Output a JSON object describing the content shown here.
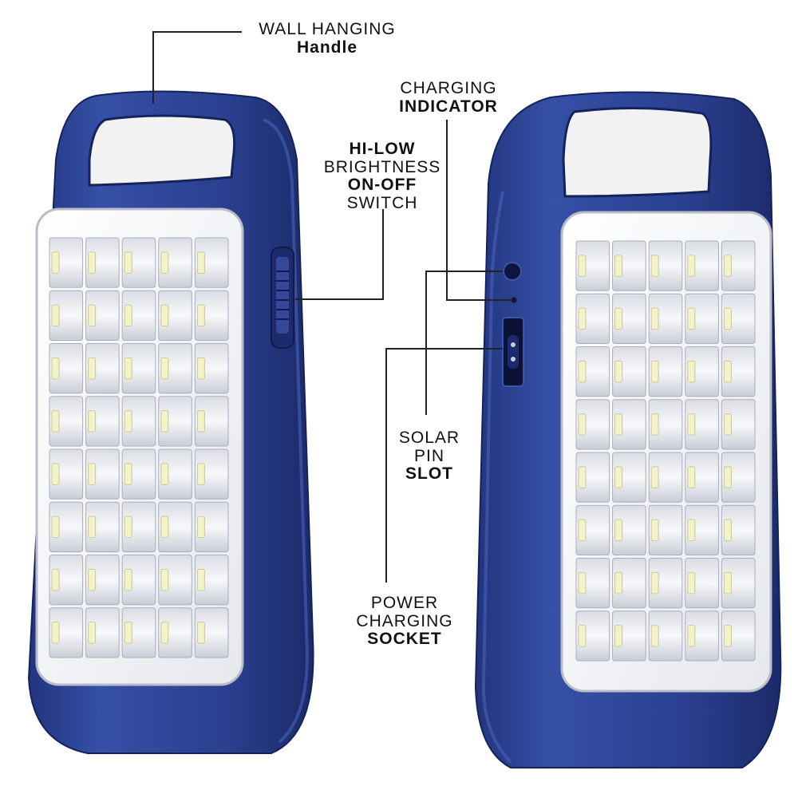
{
  "labels": {
    "wall_hanging": {
      "line1": "WALL HANGING",
      "line2": "Handle"
    },
    "charging_indicator": {
      "line1": "CHARGING",
      "line2": "INDICATOR"
    },
    "brightness_switch": {
      "line1": "HI-LOW",
      "line2": "BRIGHTNESS",
      "line3": "ON-OFF",
      "line4": "SWITCH"
    },
    "solar_pin": {
      "line1": "SOLAR",
      "line2": "PIN",
      "line3": "SLOT"
    },
    "power_socket": {
      "line1": "POWER",
      "line2": "CHARGING",
      "line3": "SOCKET"
    }
  },
  "colors": {
    "body_blue": "#2a3f8f",
    "body_blue_dark": "#1c2c6e",
    "panel_white": "#f4f5f7",
    "led_yellow": "#f3f2c8",
    "callout_line": "#222222"
  },
  "led_grid": {
    "rows": 8,
    "columns": 5
  }
}
